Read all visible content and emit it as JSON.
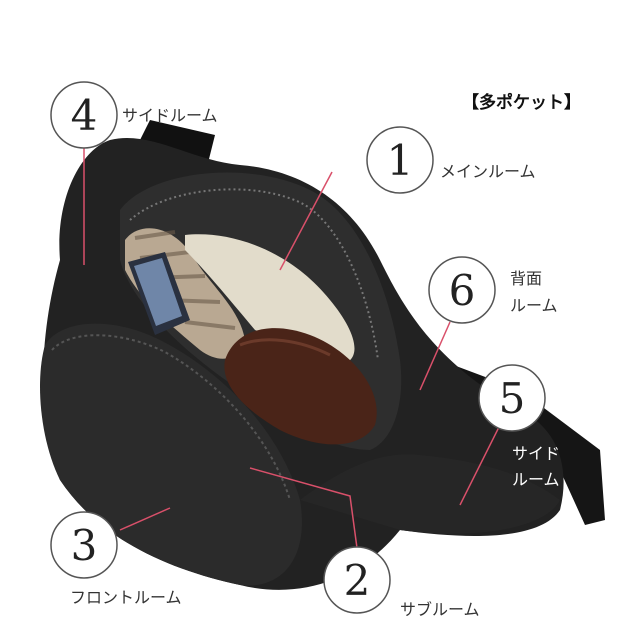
{
  "title": "【多ポケット】",
  "callouts": [
    {
      "number": "1",
      "label": "メインルーム"
    },
    {
      "number": "2",
      "label": "サブルーム"
    },
    {
      "number": "3",
      "label": "フロントルーム"
    },
    {
      "number": "4",
      "label": "サイドルーム"
    },
    {
      "number": "5",
      "label_line1": "サイド",
      "label_line2": "ルーム"
    },
    {
      "number": "6",
      "label_line1": "背面",
      "label_line2": "ルーム"
    }
  ],
  "colors": {
    "leather": "#1e1e1e",
    "callout_line": "#d9506a",
    "circle_stroke": "#555555"
  }
}
